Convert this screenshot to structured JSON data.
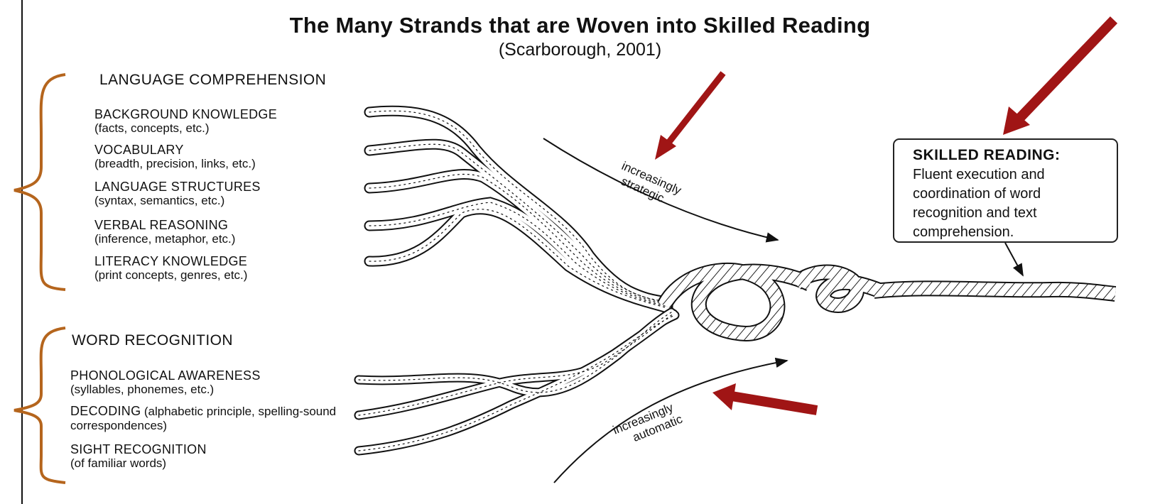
{
  "title": "The Many Strands that are Woven into Skilled Reading",
  "citation": "(Scarborough, 2001)",
  "language_comprehension": {
    "heading": "LANGUAGE COMPREHENSION",
    "strands": [
      {
        "name": "BACKGROUND KNOWLEDGE",
        "detail": "(facts, concepts, etc.)"
      },
      {
        "name": "VOCABULARY",
        "detail": "(breadth, precision, links, etc.)"
      },
      {
        "name": "LANGUAGE STRUCTURES",
        "detail": "(syntax, semantics, etc.)"
      },
      {
        "name": "VERBAL REASONING",
        "detail": "(inference, metaphor, etc.)"
      },
      {
        "name": "LITERACY KNOWLEDGE",
        "detail": "(print concepts, genres, etc.)"
      }
    ]
  },
  "word_recognition": {
    "heading": "WORD RECOGNITION",
    "strands": [
      {
        "name": "PHONOLOGICAL AWARENESS",
        "detail": "(syllables, phonemes, etc.)"
      },
      {
        "name": "DECODING",
        "detail": "(alphabetic principle, spelling-sound correspondences)"
      },
      {
        "name": "SIGHT RECOGNITION",
        "detail": "(of familiar words)"
      }
    ]
  },
  "curve_labels": {
    "strategic": [
      "increasingly",
      "strategic"
    ],
    "automatic": [
      "increasingly",
      "automatic"
    ]
  },
  "skilled_reading": {
    "title": "SKILLED READING:",
    "lines": [
      "Fluent execution and",
      "coordination of word",
      "recognition and text",
      "comprehension."
    ]
  },
  "colors": {
    "bracket": "#b5651d",
    "highlight_arrow": "#a01515",
    "ink": "#111111"
  }
}
